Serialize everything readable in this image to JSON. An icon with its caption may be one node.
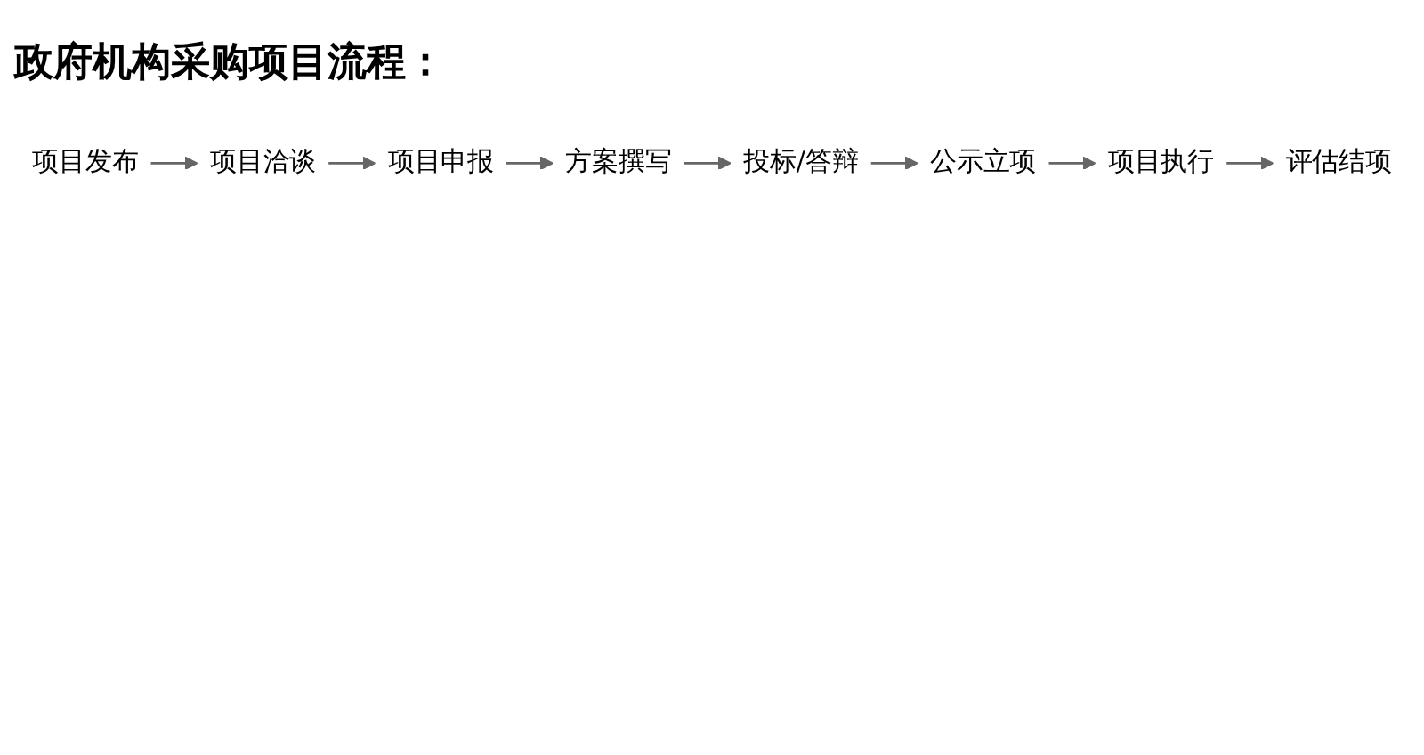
{
  "diagram": {
    "title": "政府机构采购项目流程：",
    "nodes": [
      {
        "text": [
          "项目发布"
        ]
      },
      {
        "text": [
          "项目洽谈"
        ]
      },
      {
        "text": [
          "项目申报"
        ]
      },
      {
        "text": [
          "方案撰写"
        ]
      },
      {
        "text": [
          "投标/答辩"
        ]
      },
      {
        "text": [
          "公示立项"
        ]
      },
      {
        "text": [
          "项目执行"
        ]
      },
      {
        "text": [
          "评估结项"
        ]
      }
    ],
    "edges": [
      {
        "from": 0,
        "to": 1,
        "arrow": "to"
      },
      {
        "from": 1,
        "to": 2,
        "arrow": "to"
      },
      {
        "from": 2,
        "to": 3,
        "arrow": "to"
      },
      {
        "from": 3,
        "to": 4,
        "arrow": "to"
      },
      {
        "from": 4,
        "to": 5,
        "arrow": "to"
      },
      {
        "from": 5,
        "to": 6,
        "arrow": "to"
      },
      {
        "from": 6,
        "to": 7,
        "arrow": "to"
      }
    ]
  }
}
